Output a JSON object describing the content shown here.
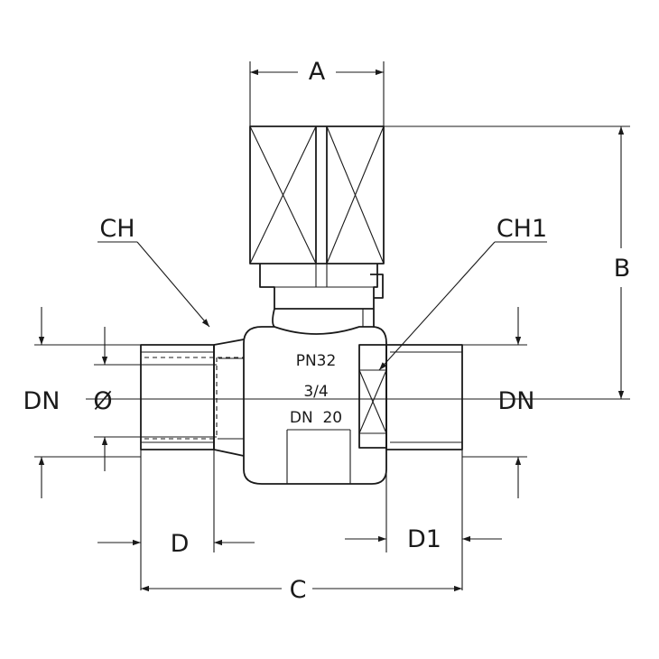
{
  "dimensions": {
    "A": "A",
    "B": "B",
    "C": "C",
    "D": "D",
    "D1": "D1",
    "CH": "CH",
    "CH1": "CH1",
    "DN_left": "DN",
    "DN_right": "DN",
    "diameter": "Ø"
  },
  "body_markings": {
    "pressure": "PN32",
    "size": "3/4",
    "nominal": "DN  20"
  },
  "colors": {
    "line": "#1a1a1a",
    "background": "#ffffff"
  }
}
